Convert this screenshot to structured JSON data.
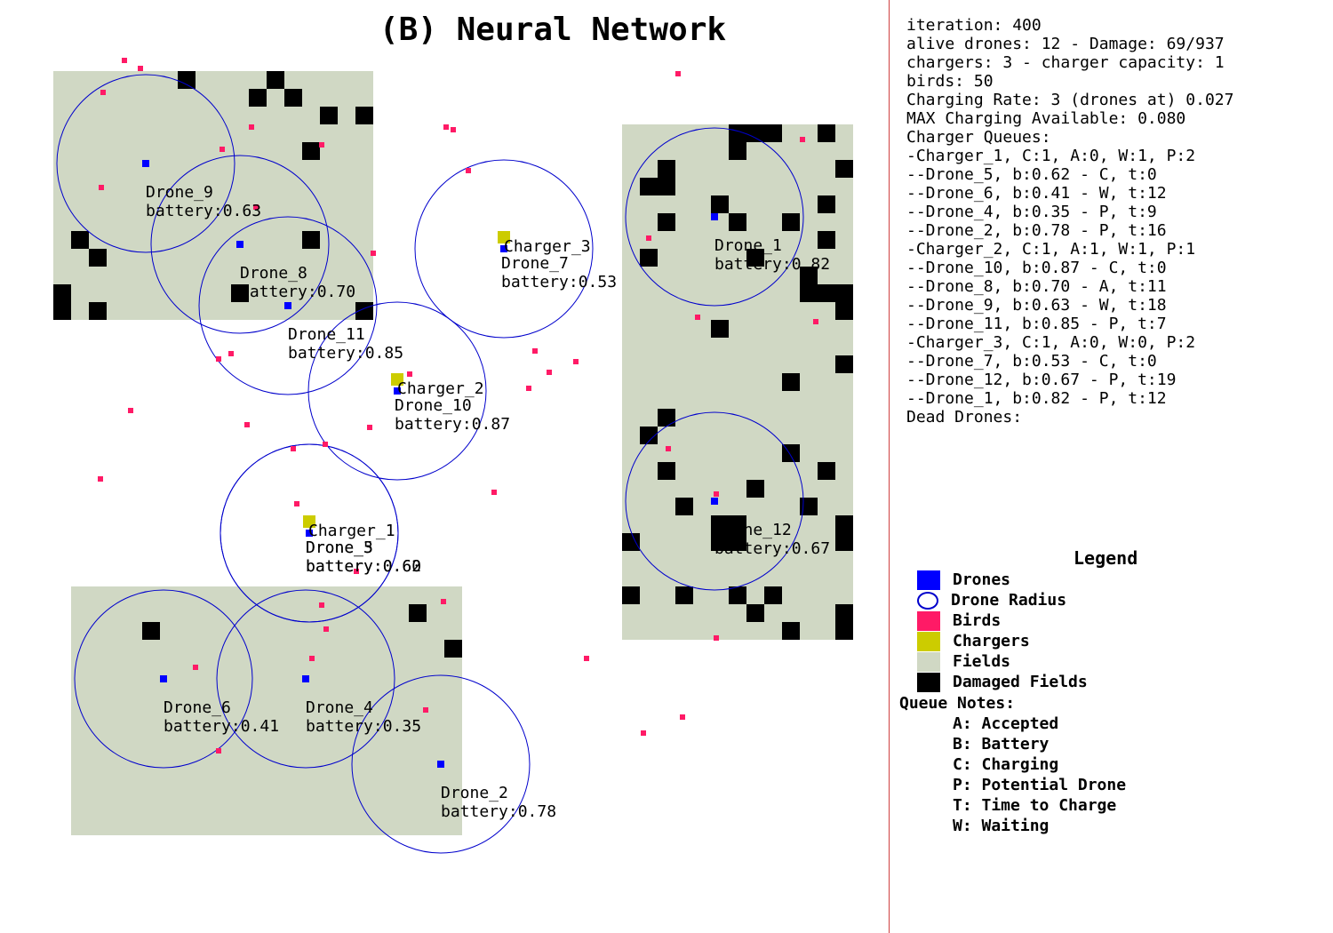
{
  "title": "(B) Neural Network",
  "colors": {
    "drone": "#0000ff",
    "radius": "#0000cc",
    "bird": "#ff1a66",
    "charger": "#cccc00",
    "field": "#d0d8c4",
    "damaged": "#000000",
    "divider": "#d04040"
  },
  "stats": [
    "iteration: 400",
    "alive drones: 12 - Damage: 69/937",
    "chargers: 3 - charger capacity: 1",
    "birds: 50",
    "Charging Rate: 3 (drones at) 0.027",
    "MAX Charging Available: 0.080",
    "Charger Queues:",
    "-Charger_1, C:1, A:0, W:1, P:2",
    "--Drone_5, b:0.62 - C, t:0",
    "--Drone_6, b:0.41 - W, t:12",
    "--Drone_4, b:0.35 - P, t:9",
    "--Drone_2, b:0.78 - P, t:16",
    "-Charger_2, C:1, A:1, W:1, P:1",
    "--Drone_10, b:0.87 - C, t:0",
    "--Drone_8, b:0.70 - A, t:11",
    "--Drone_9, b:0.63 - W, t:18",
    "--Drone_11, b:0.85 - P, t:7",
    "-Charger_3, C:1, A:0, W:0, P:2",
    "--Drone_7, b:0.53 - C, t:0",
    "--Drone_12, b:0.67 - P, t:19",
    "--Drone_1, b:0.82 - P, t:12",
    "Dead Drones:"
  ],
  "legend": {
    "title": "Legend",
    "items": [
      {
        "label": "Drones",
        "icon": "drone-swatch-icon"
      },
      {
        "label": "Drone Radius",
        "icon": "drone-radius-icon"
      },
      {
        "label": "Birds",
        "icon": "bird-swatch-icon"
      },
      {
        "label": "Chargers",
        "icon": "charger-swatch-icon"
      },
      {
        "label": "Fields",
        "icon": "field-swatch-icon"
      },
      {
        "label": "Damaged Fields",
        "icon": "damaged-field-swatch-icon"
      }
    ],
    "queue_title": "Queue Notes:",
    "notes": [
      "A: Accepted",
      "B: Battery",
      "C: Charging",
      "P: Potential Drone",
      "T: Time to Charge",
      "W: Waiting"
    ]
  },
  "drones": [
    {
      "name": "Drone_1",
      "battery": "battery:0.82"
    },
    {
      "name": "Drone_2",
      "battery": "battery:0.78"
    },
    {
      "name": "Drone_3",
      "battery": "battery:0.60"
    },
    {
      "name": "Drone_4",
      "battery": "battery:0.35"
    },
    {
      "name": "Drone_5",
      "battery": "battery:0.62"
    },
    {
      "name": "Drone_6",
      "battery": "battery:0.41"
    },
    {
      "name": "Drone_7",
      "battery": "battery:0.53"
    },
    {
      "name": "Drone_8",
      "battery": "battery:0.70"
    },
    {
      "name": "Drone_9",
      "battery": "battery:0.63"
    },
    {
      "name": "Drone_10",
      "battery": "battery:0.87"
    },
    {
      "name": "Drone_11",
      "battery": "battery:0.85"
    },
    {
      "name": "Drone_12",
      "battery": "battery:0.67"
    }
  ],
  "chargers": [
    {
      "name": "Charger_1"
    },
    {
      "name": "Charger_2"
    },
    {
      "name": "Charger_3"
    }
  ]
}
